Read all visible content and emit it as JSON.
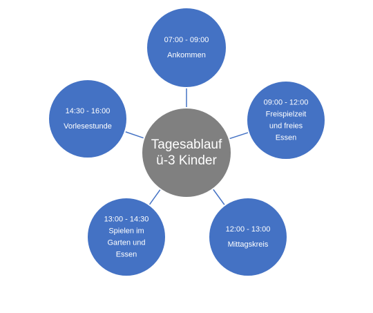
{
  "center": {
    "lines": [
      "Tagesablauf",
      "ü-3 Kinder"
    ]
  },
  "nodes": [
    {
      "lines": [
        "07:00 - 09:00",
        "Ankommen"
      ]
    },
    {
      "lines": [
        "09:00 - 12:00",
        "Freispielzeit",
        "und freies",
        "Essen"
      ]
    },
    {
      "lines": [
        "12:00 - 13:00",
        "Mittagskreis"
      ]
    },
    {
      "lines": [
        "13:00 - 14:30",
        "Spielen im",
        "Garten und",
        "Essen"
      ]
    },
    {
      "lines": [
        "14:30 - 16:00",
        "Vorlesestunde"
      ]
    }
  ],
  "colors": {
    "node_fill": "#4472C4",
    "node_stroke": "#ffffff",
    "center_fill": "#808080",
    "connector": "#4472C4",
    "text": "#ffffff"
  }
}
